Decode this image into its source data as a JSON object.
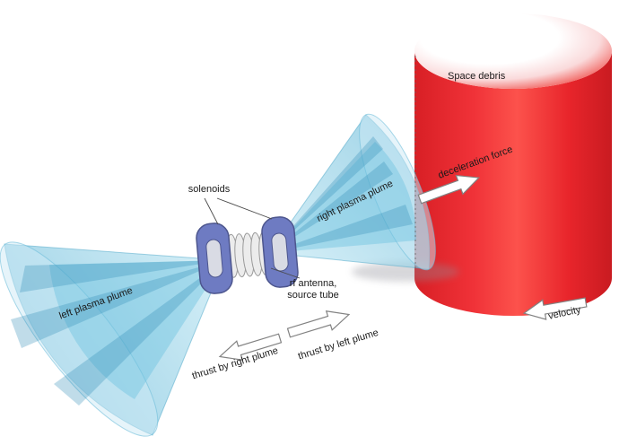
{
  "figure": {
    "labels": {
      "solenoids": "solenoids",
      "left_plasma_plume": "left plasma plume",
      "right_plasma_plume": "right plasma plume",
      "rf_antenna": "rf antenna,",
      "source_tube": "source tube",
      "deceleration_force": "deceleration force",
      "thrust_by_right_plume": "thrust by right plume",
      "thrust_by_left_plume": "thrust by left plume",
      "velocity": "velocity",
      "space_debris": "Space debris"
    },
    "colors": {
      "plume_blue": "#57b2d4",
      "plume_light": "#cdeaf5",
      "plume_streak": "#2d8cb5",
      "solenoid_blue": "#6e7bc2",
      "solenoid_outline": "#4d568e",
      "coil_grey": "#ececec",
      "debris_red": "#ee2a30",
      "arrow_fill": "#ffffff",
      "arrow_outline": "#828282",
      "text": "#1a1a1a",
      "background": "#ffffff"
    }
  }
}
